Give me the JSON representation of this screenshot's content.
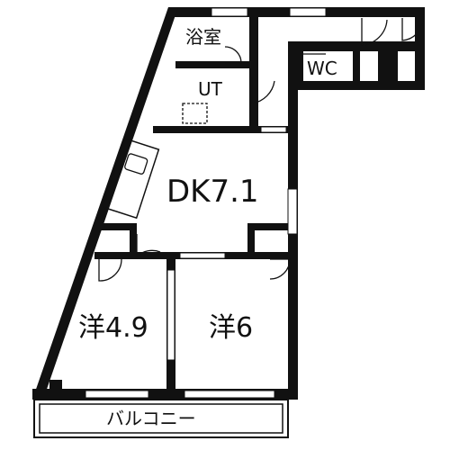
{
  "rooms": {
    "bath": "浴室",
    "utility": "UT",
    "toilet": "WC",
    "dining_kitchen": "DK7.1",
    "western_room_1": "洋4.9",
    "western_room_2": "洋6",
    "balcony": "バルコニー"
  }
}
